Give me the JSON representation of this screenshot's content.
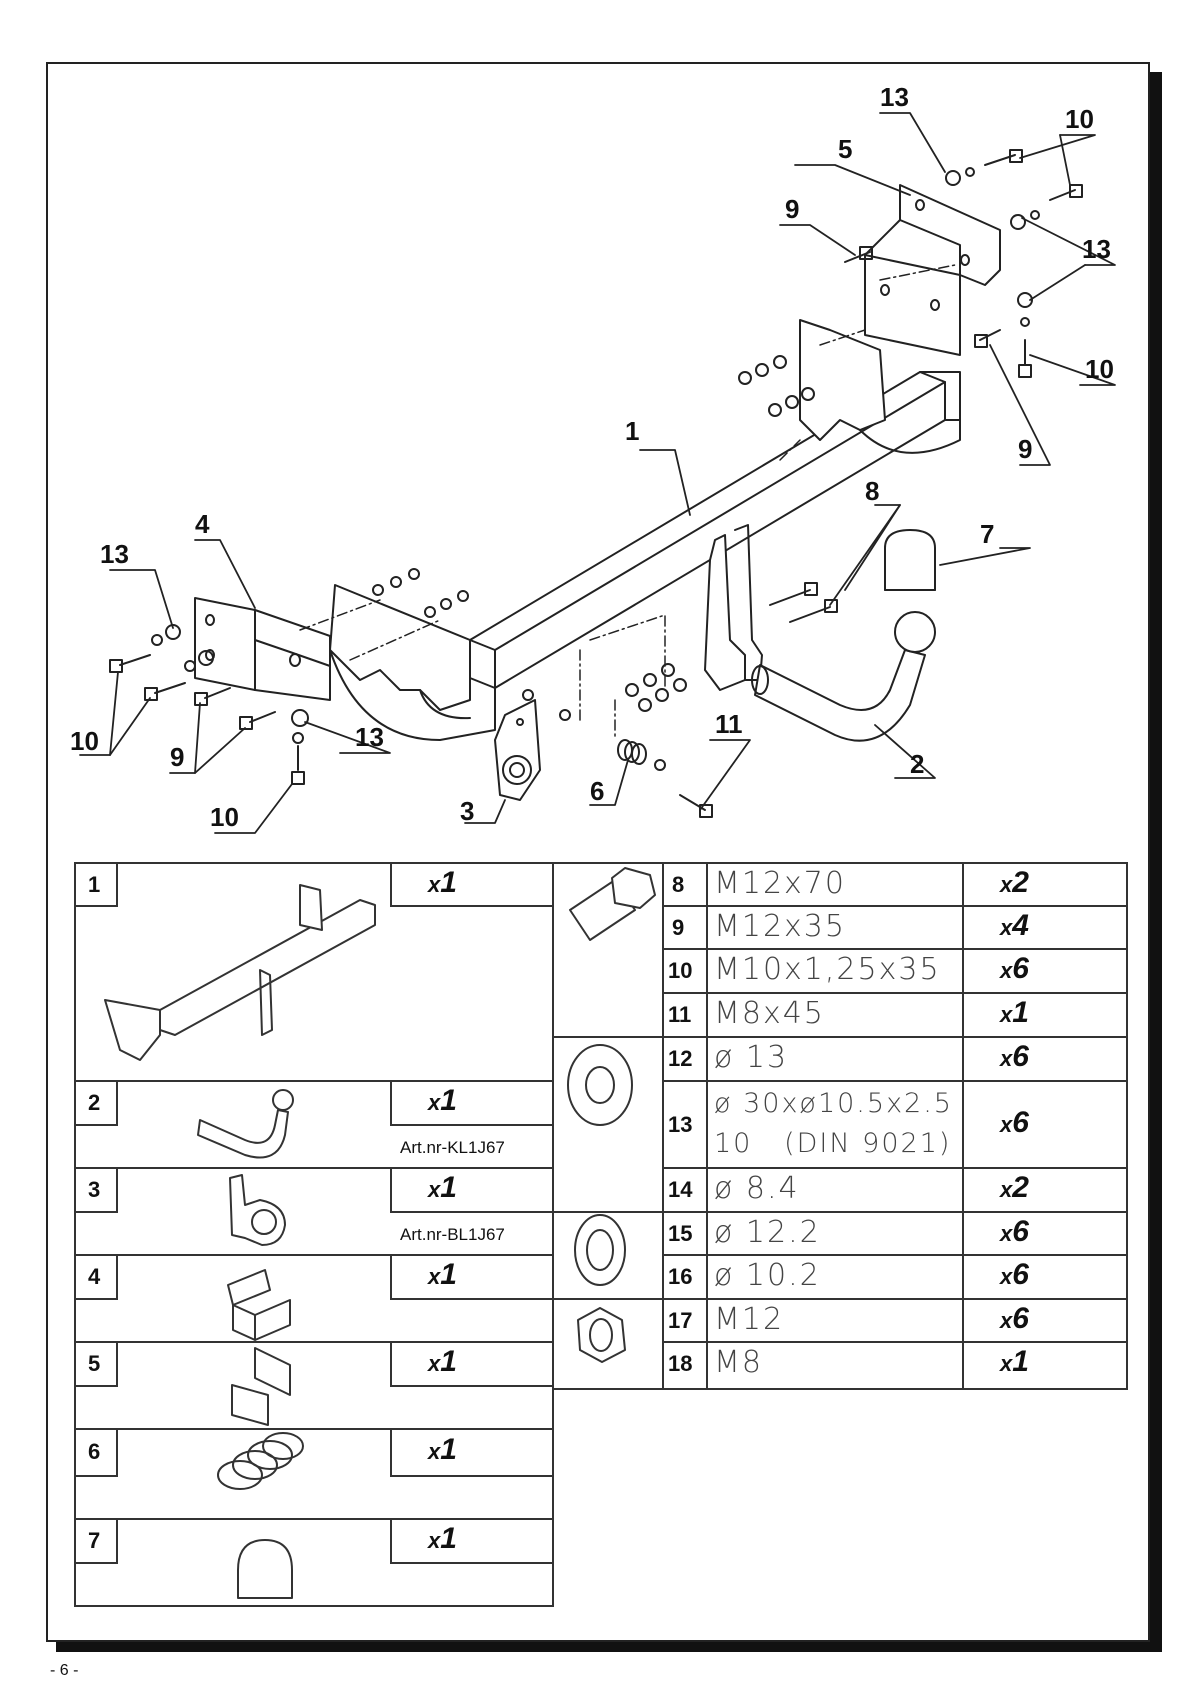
{
  "page": {
    "number": "- 6 -"
  },
  "callouts": [
    "1",
    "2",
    "3",
    "4",
    "5",
    "6",
    "7",
    "8",
    "9",
    "10",
    "11",
    "13"
  ],
  "parts_left": [
    {
      "no": "1",
      "qty": "1",
      "art": ""
    },
    {
      "no": "2",
      "qty": "1",
      "art": "Art.nr-KL1J67"
    },
    {
      "no": "3",
      "qty": "1",
      "art": "Art.nr-BL1J67"
    },
    {
      "no": "4",
      "qty": "1",
      "art": ""
    },
    {
      "no": "5",
      "qty": "1",
      "art": ""
    },
    {
      "no": "6",
      "qty": "1",
      "art": ""
    },
    {
      "no": "7",
      "qty": "1",
      "art": ""
    }
  ],
  "parts_right": [
    {
      "no": "8",
      "spec": "M12x70",
      "qty": "2"
    },
    {
      "no": "9",
      "spec": "M12x35",
      "qty": "4"
    },
    {
      "no": "10",
      "spec": "M10x1,25x35",
      "qty": "6"
    },
    {
      "no": "11",
      "spec": "M8x45",
      "qty": "1"
    },
    {
      "no": "12",
      "spec": "ø 13",
      "qty": "6"
    },
    {
      "no": "13",
      "spec": "ø 30xø10.5x2.5\n10   (DIN 9021)",
      "qty": "6"
    },
    {
      "no": "14",
      "spec": "ø 8.4",
      "qty": "2"
    },
    {
      "no": "15",
      "spec": "ø 12.2",
      "qty": "6"
    },
    {
      "no": "16",
      "spec": "ø 10.2",
      "qty": "6"
    },
    {
      "no": "17",
      "spec": "M12",
      "qty": "6"
    },
    {
      "no": "18",
      "spec": "M8",
      "qty": "1"
    }
  ],
  "qty_prefix": "x"
}
